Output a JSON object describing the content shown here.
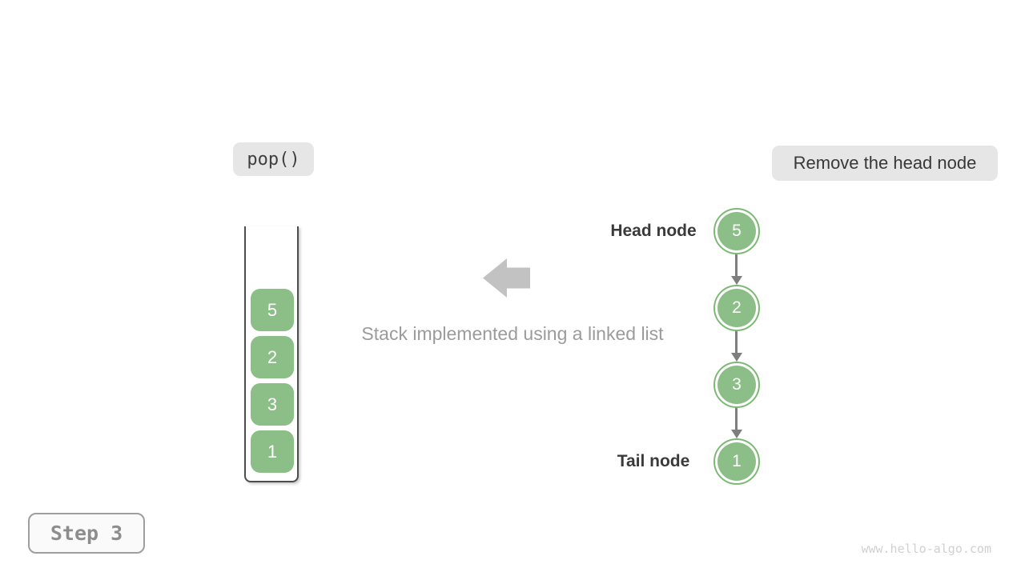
{
  "badges": {
    "operation": "pop()",
    "description": "Remove the head node",
    "step": "Step 3"
  },
  "caption": "Stack implemented using a linked list",
  "stack": {
    "items_top_to_bottom": [
      "5",
      "2",
      "3",
      "1"
    ]
  },
  "linked_list": {
    "nodes": [
      {
        "value": "5",
        "label": "Head node"
      },
      {
        "value": "2",
        "label": ""
      },
      {
        "value": "3",
        "label": ""
      },
      {
        "value": "1",
        "label": "Tail node"
      }
    ]
  },
  "icons": {
    "big_left_arrow": "left-arrow-icon",
    "down_connector": "down-arrow-connector"
  },
  "watermark": "www.hello-algo.com",
  "colors": {
    "node_green": "#8CBE88",
    "node_ring": "#7CBA74",
    "conn_gray": "#7e7e7e",
    "big_arrow": "#c2c2c2",
    "badge_bg": "#e6e6e6",
    "container_border": "#4d4d4d",
    "caption_gray": "#9b9b9b",
    "label_dark": "#3a3a3a",
    "step_border": "#9e9e9e",
    "watermark_gray": "#d0d0d0"
  }
}
